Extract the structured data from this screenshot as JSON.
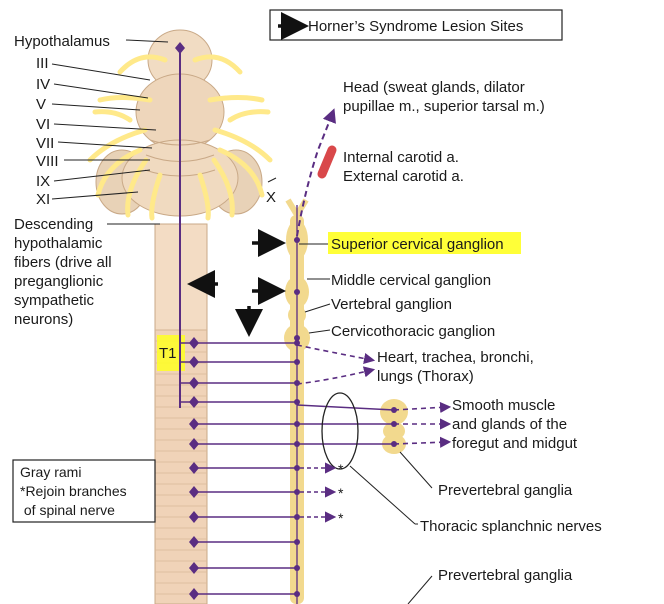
{
  "legend": {
    "text": "Horner’s Syndrome Lesion Sites"
  },
  "left_labels": {
    "hypothalamus": "Hypothalamus",
    "cranial_nerves": [
      "III",
      "IV",
      "V",
      "VI",
      "VII",
      "VIII",
      "IX",
      "XI"
    ],
    "x_nerve": "X",
    "descending_lines": [
      "Descending",
      "hypothalamic",
      "fibers (drive all",
      "preganglionic",
      "sympathetic",
      "neurons)"
    ],
    "t1": "T1"
  },
  "gray_rami_box": {
    "lines": [
      "Gray rami",
      "*Rejoin branches",
      " of spinal nerve"
    ]
  },
  "right_labels": {
    "head_lines": [
      "Head (sweat glands, dilator",
      "pupillae m., superior tarsal m.)"
    ],
    "carotid_lines": [
      "Internal carotid a.",
      "External carotid a."
    ],
    "superior_cervical": "Superior cervical ganglion",
    "middle_cervical": "Middle cervical ganglion",
    "vertebral": "Vertebral ganglion",
    "cervicothoracic": "Cervicothoracic ganglion",
    "thorax_lines": [
      "Heart, trachea, bronchi,",
      "lungs (Thorax)"
    ],
    "smooth_lines": [
      "Smooth muscle",
      "and glands of the",
      "foregut and midgut"
    ],
    "prevertebral_1": "Prevertebral ganglia",
    "splanchnic": "Thoracic splanchnic nerves",
    "prevertebral_2": "Prevertebral ganglia",
    "asterisk": "*"
  },
  "colors": {
    "nerve_purple": "#5a2d82",
    "ganglion_yellow": "#f2d98e",
    "cord_tan": "#f3dcc4",
    "highlight": "#ffff22",
    "artery_red": "#d9484a",
    "nerve_yellow": "#ffe98a"
  }
}
